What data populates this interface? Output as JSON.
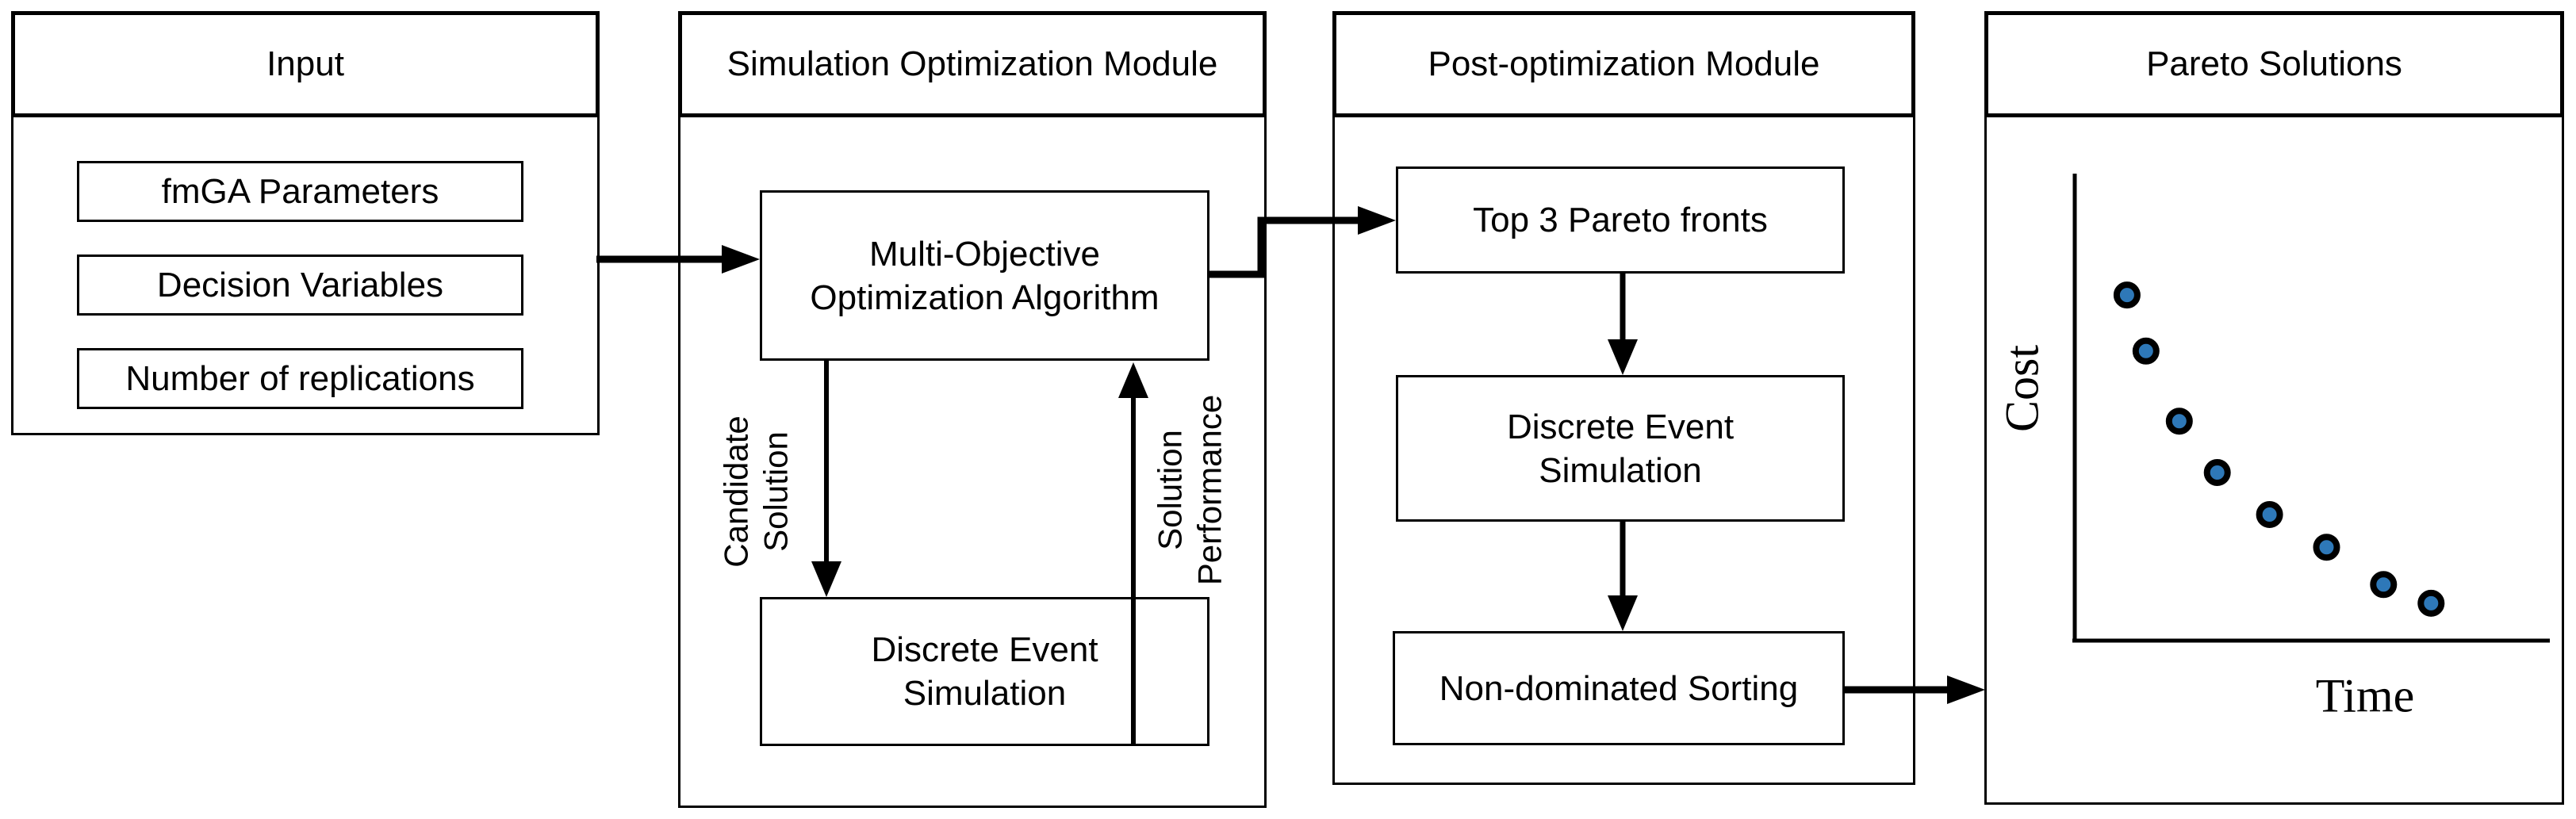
{
  "panels": {
    "input": {
      "title": "Input",
      "items": [
        "fmGA Parameters",
        "Decision Variables",
        "Number of replications"
      ]
    },
    "sim_opt": {
      "title": "Simulation Optimization Module",
      "mo_box": "Multi-Objective Optimization Algorithm",
      "des_box": "Discrete Event Simulation",
      "candidate_lines": [
        "Candidate",
        "Solution"
      ],
      "performance_lines": [
        "Solution",
        "Performance"
      ]
    },
    "post_opt": {
      "title": "Post-optimization Module",
      "boxes": [
        "Top 3 Pareto fronts",
        "Discrete Event Simulation",
        "Non-dominated Sorting"
      ]
    },
    "pareto": {
      "title": "Pareto Solutions"
    }
  },
  "chart_data": {
    "type": "scatter",
    "title": "Pareto Solutions",
    "xlabel": "Time",
    "ylabel": "Cost",
    "x": [
      0.11,
      0.15,
      0.22,
      0.3,
      0.41,
      0.53,
      0.65,
      0.75
    ],
    "y": [
      0.74,
      0.62,
      0.47,
      0.36,
      0.27,
      0.2,
      0.12,
      0.08
    ],
    "xlim": [
      0,
      1
    ],
    "ylim": [
      0,
      1
    ],
    "grid": false,
    "point_fill": "#2E78B8",
    "point_outline": "#000000",
    "axis_color": "#000000"
  }
}
